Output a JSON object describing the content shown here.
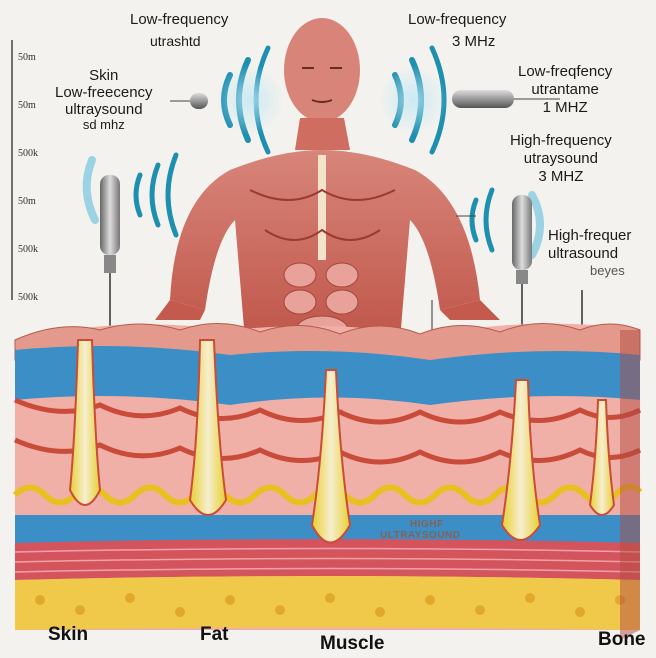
{
  "labels": {
    "top_left_1": "Low-frequency",
    "top_left_2": "utrashtd",
    "top_right_1": "Low-frequency",
    "top_right_2": "3 MHz",
    "skin_1": "Skin",
    "skin_2": "Low-freecency",
    "skin_3": "ultraysound",
    "skin_4": "sd mhz",
    "right_1a": "Low-freqfency",
    "right_1b": "utrantame",
    "right_1c": "1 MHZ",
    "right_2a": "High-frequency",
    "right_2b": "utraysound",
    "right_2c": "3 MHZ",
    "right_3a": "High-frequer",
    "right_3b": "ultrasound",
    "right_3c": "beyes",
    "center_1": "HIGHF",
    "center_2": "ULTRAYSOUND",
    "bottom_skin": "Skin",
    "bottom_fat": "Fat",
    "bottom_muscle": "Muscle",
    "bottom_bone": "Bone"
  },
  "scale_ticks": [
    "50m",
    "50m",
    "500k",
    "50m",
    "500k",
    "500k"
  ],
  "colors": {
    "skin": "#e39a8c",
    "dermis": "#f0b0a8",
    "fat_band": "#3b8fc6",
    "yellow": "#e8c020",
    "bone": "#f0c84a",
    "muscle": "#c94b3a",
    "wave": "#1d8fb0"
  }
}
